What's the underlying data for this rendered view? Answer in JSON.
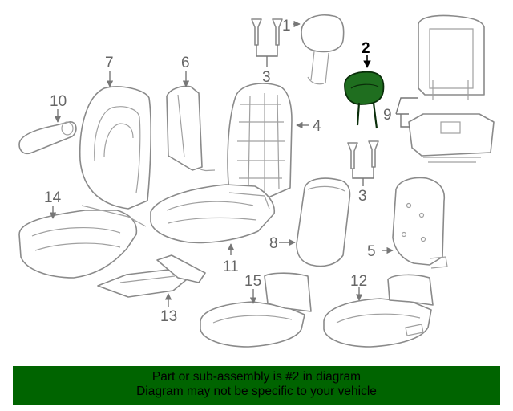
{
  "callouts": {
    "c1": "1",
    "c2": "2",
    "c3a": "3",
    "c3b": "3",
    "c4": "4",
    "c5": "5",
    "c6": "6",
    "c7": "7",
    "c8": "8",
    "c9": "9",
    "c10": "10",
    "c11": "11",
    "c12": "12",
    "c13": "13",
    "c14": "14",
    "c15": "15"
  },
  "highlight": {
    "part_number": "2",
    "color": "#1f6e1f"
  },
  "banner": {
    "line1": "Part or sub-assembly is #2 in diagram",
    "line2": "Diagram may not be specific to your vehicle",
    "background": "#006400"
  }
}
